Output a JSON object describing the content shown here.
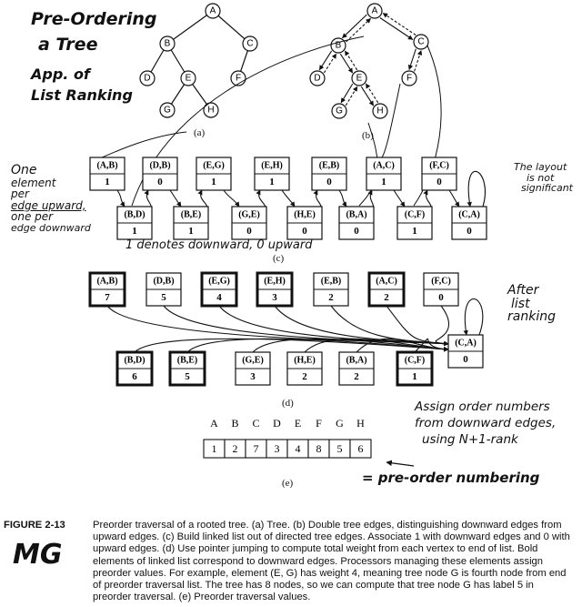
{
  "handwritten": {
    "title_lines": [
      "Pre-Ordering",
      "a Tree",
      "App. of",
      "List Ranking"
    ],
    "left_note": [
      "One",
      "element",
      "per",
      "edge upward,",
      "one per",
      "edge downward"
    ],
    "right_note_c": [
      "The layout",
      "is not",
      "significant"
    ],
    "weights_note": "1 denotes downward, 0 upward",
    "right_note_d": [
      "After",
      "list",
      "ranking"
    ],
    "assign_note": [
      "Assign order numbers",
      "from downward edges,",
      "using N+1-rank"
    ],
    "pre_order": "= pre-order numbering",
    "initials": "MG"
  },
  "sublabels": {
    "a": "(a)",
    "b": "(b)",
    "c": "(c)",
    "d": "(d)",
    "e": "(e)"
  },
  "tree_nodes": [
    "A",
    "B",
    "C",
    "D",
    "E",
    "F",
    "G",
    "H"
  ],
  "list_c": {
    "top": [
      {
        "label": "(A,B)",
        "value": "1"
      },
      {
        "label": "(D,B)",
        "value": "0"
      },
      {
        "label": "(E,G)",
        "value": "1"
      },
      {
        "label": "(E,H)",
        "value": "1"
      },
      {
        "label": "(E,B)",
        "value": "0"
      },
      {
        "label": "(A,C)",
        "value": "1"
      },
      {
        "label": "(F,C)",
        "value": "0"
      }
    ],
    "bottom": [
      {
        "label": "(B,D)",
        "value": "1"
      },
      {
        "label": "(B,E)",
        "value": "1"
      },
      {
        "label": "(G,E)",
        "value": "0"
      },
      {
        "label": "(H,E)",
        "value": "0"
      },
      {
        "label": "(B,A)",
        "value": "0"
      },
      {
        "label": "(C,F)",
        "value": "1"
      },
      {
        "label": "(C,A)",
        "value": "0"
      }
    ]
  },
  "list_d": {
    "top": [
      {
        "label": "(A,B)",
        "value": "7",
        "bold": true
      },
      {
        "label": "(D,B)",
        "value": "5",
        "bold": false
      },
      {
        "label": "(E,G)",
        "value": "4",
        "bold": true
      },
      {
        "label": "(E,H)",
        "value": "3",
        "bold": true
      },
      {
        "label": "(E,B)",
        "value": "2",
        "bold": false
      },
      {
        "label": "(A,C)",
        "value": "2",
        "bold": true
      },
      {
        "label": "(F,C)",
        "value": "0",
        "bold": false
      }
    ],
    "bottom": [
      {
        "label": "(B,D)",
        "value": "6",
        "bold": true
      },
      {
        "label": "(B,E)",
        "value": "5",
        "bold": true
      },
      {
        "label": "(G,E)",
        "value": "3",
        "bold": false
      },
      {
        "label": "(H,E)",
        "value": "2",
        "bold": false
      },
      {
        "label": "(B,A)",
        "value": "2",
        "bold": false
      },
      {
        "label": "(C,F)",
        "value": "1",
        "bold": true
      }
    ],
    "tail": {
      "label": "(C,A)",
      "value": "0",
      "bold": false
    }
  },
  "preorder": {
    "letters": [
      "A",
      "B",
      "C",
      "D",
      "E",
      "F",
      "G",
      "H"
    ],
    "values": [
      "1",
      "2",
      "7",
      "3",
      "4",
      "8",
      "5",
      "6"
    ]
  },
  "caption": {
    "figure_label": "FIGURE 2-13",
    "text": "Preorder traversal of a rooted tree. (a) Tree. (b) Double tree edges, distinguishing downward edges from upward edges. (c) Build linked list out of directed tree edges. Associate 1 with downward edges and 0 with upward edges. (d) Use pointer jumping to compute total weight from each vertex to end of list. Bold elements of linked list correspond to downward edges. Processors managing these elements assign preorder values. For example, element (E, G) has weight 4, meaning tree node G is fourth node from end of preorder traversal list. The tree has 8 nodes, so we can compute that tree node G has label 5 in preorder traversal. (e) Preorder traversal values."
  }
}
